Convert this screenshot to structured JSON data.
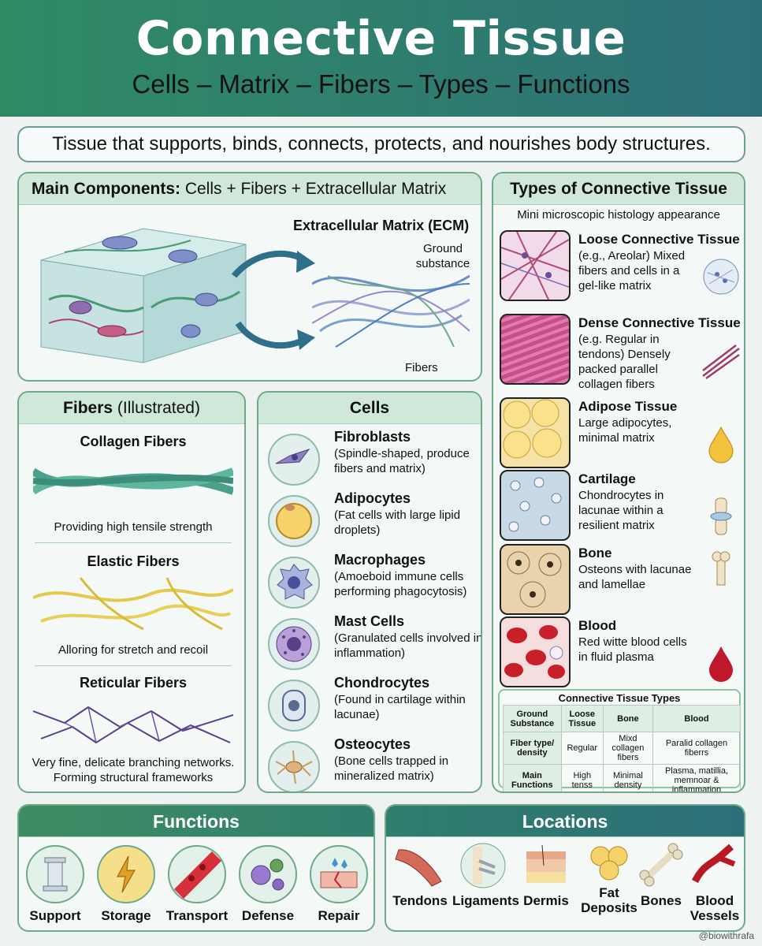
{
  "header": {
    "title": "Connective Tissue",
    "subtitle": "Cells – Matrix – Fibers – Types – Functions"
  },
  "tagline": "Tissue that supports, binds, connects, protects, and nourishes body structures.",
  "components": {
    "title_bold": "Main Components:",
    "title_rest": " Cells + Fibers + Extracellular Matrix",
    "ecm_label": "Extracellular Matrix (ECM)",
    "ground_label": "Ground substance",
    "fibers_label": "Fibers"
  },
  "fibers": {
    "title_bold": "Fibers",
    "title_rest": " (Illustrated)",
    "items": [
      {
        "name": "Collagen Fibers",
        "desc": "Providing high tensile strength"
      },
      {
        "name": "Elastic Fibers",
        "desc": "Alloring for stretch and recoil"
      },
      {
        "name": "Reticular Fibers",
        "desc": "Very fine, delicate branching networks. Forming structural frameworks"
      }
    ]
  },
  "cells": {
    "title": "Cells",
    "items": [
      {
        "name": "Fibroblasts",
        "desc": "(Spindle-shaped, produce fibers and matrix)"
      },
      {
        "name": "Adipocytes",
        "desc": "(Fat cells with large lipid droplets)"
      },
      {
        "name": "Macrophages",
        "desc": "(Amoeboid immune cells performing phagocytosis)"
      },
      {
        "name": "Mast Cells",
        "desc": "(Granulated cells involved in inflammation)"
      },
      {
        "name": "Chondrocytes",
        "desc": "(Found in cartilage within lacunae)"
      },
      {
        "name": "Osteocytes",
        "desc": "(Bone cells trapped in mineralized matrix)"
      }
    ]
  },
  "types": {
    "title": "Types of Connective Tissue",
    "subtitle": "Mini microscopic histology appearance",
    "items": [
      {
        "name": "Loose Connective Tissue",
        "desc": "(e.g., Areolar) Mixed fibers and cells in a gel-like matrix"
      },
      {
        "name": "Dense Connective Tissue",
        "desc": "(e.g. Regular in tendons) Densely packed parallel collagen fibers"
      },
      {
        "name": "Adipose Tissue",
        "desc": "Large adipocytes, minimal matrix"
      },
      {
        "name": "Cartilage",
        "desc": "Chondrocytes in lacunae within a resilient matrix"
      },
      {
        "name": "Bone",
        "desc": "Osteons with lacunae and lamellae"
      },
      {
        "name": "Blood",
        "desc": "Red witte blood cells in fluid plasma"
      }
    ],
    "table": {
      "title": "Connective Tissue Types",
      "rows": [
        [
          "Ground Substance",
          "Loose Tissue",
          "Bone",
          "Blood"
        ],
        [
          "Fiber type/ density",
          "Regular",
          "Mixd collagen fibers",
          "Paralid collagen fiberrs"
        ],
        [
          "Main Functions",
          "High tenss",
          "Minimal density",
          "Plasma, matillia, memnoar & inflammation"
        ]
      ]
    }
  },
  "functions": {
    "title": "Functions",
    "items": [
      "Support",
      "Storage",
      "Transport",
      "Defense",
      "Repair"
    ]
  },
  "locations": {
    "title": "Locations",
    "items": [
      "Tendons",
      "Ligaments",
      "Dermis",
      "Fat Deposits",
      "Bones",
      "Blood Vessels"
    ]
  },
  "credit": "@biowithrafa",
  "colors": {
    "header_green": "#2f8a64",
    "header_teal": "#2d6f79",
    "panel_border": "#6ea98a",
    "panel_head": "#cfe8d9"
  }
}
